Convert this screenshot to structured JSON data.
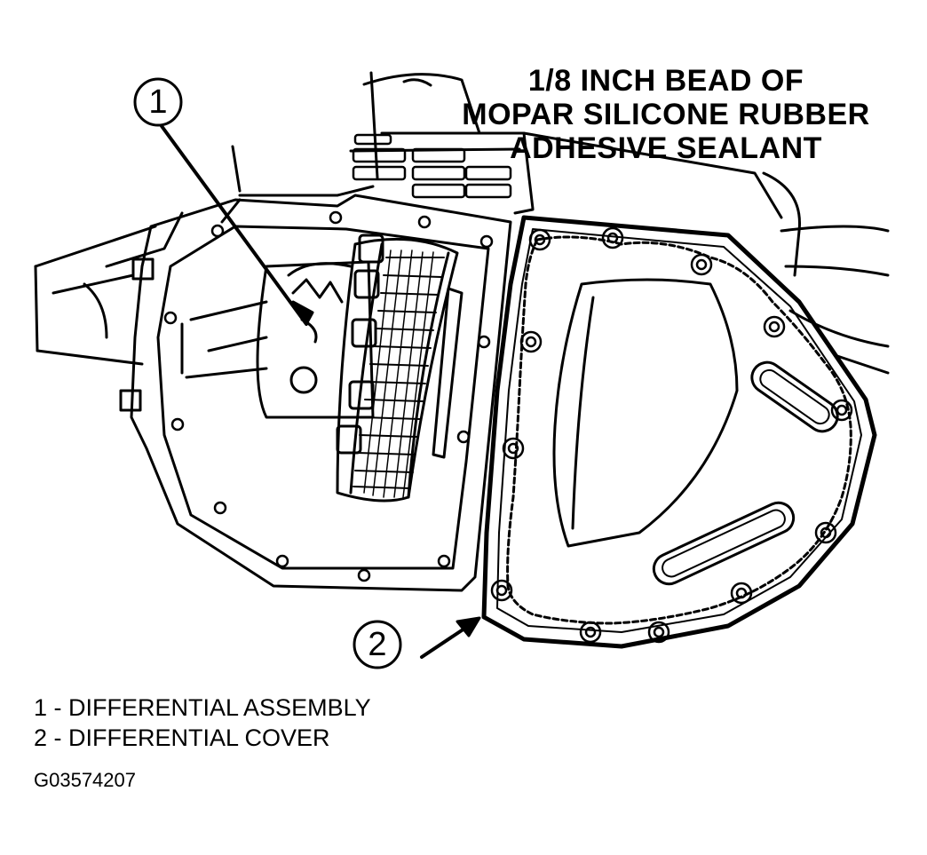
{
  "annotation": {
    "lines": [
      "1/8 INCH BEAD OF",
      "MOPAR SILICONE RUBBER",
      "ADHESIVE SEALANT"
    ]
  },
  "callouts": [
    {
      "number": "1"
    },
    {
      "number": "2"
    }
  ],
  "legend": [
    {
      "text": "1 - DIFFERENTIAL ASSEMBLY"
    },
    {
      "text": "2 - DIFFERENTIAL COVER"
    }
  ],
  "figure_id": "G03574207",
  "colors": {
    "ink": "#000000",
    "paper": "#ffffff"
  }
}
